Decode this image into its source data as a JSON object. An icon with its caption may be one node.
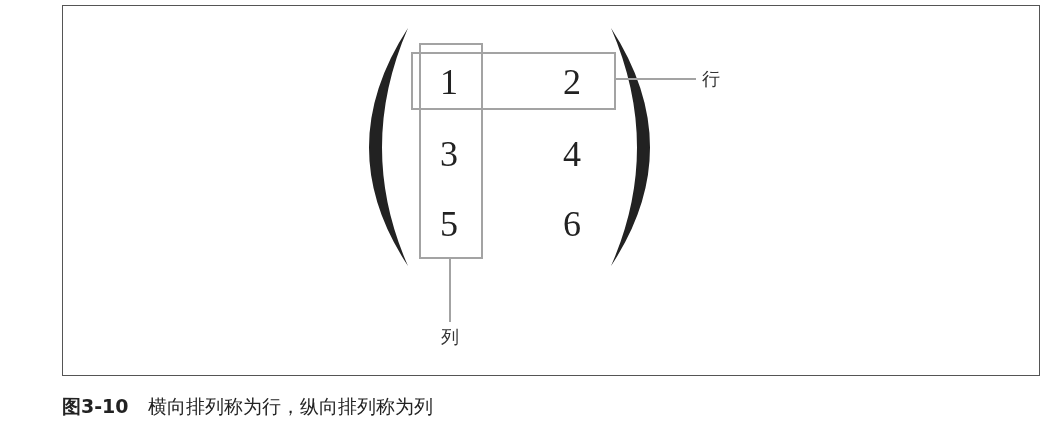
{
  "diagram": {
    "caption": "**图3-10**　横向排列称为行，纵向排列称为列",
    "nodes": [
      {
        "text": [
          "行"
        ]
      },
      {
        "text": [],
        "shape": "box"
      },
      {
        "text": [],
        "shape": "box"
      },
      {
        "text": [
          "列"
        ]
      }
    ],
    "edges": [
      {
        "from": 0,
        "to": 1,
        "arrow": "none"
      },
      {
        "from": 3,
        "to": 2,
        "arrow": "none"
      }
    ],
    "labels": [
      "1",
      "2",
      "3",
      "4",
      "5",
      "6"
    ]
  }
}
